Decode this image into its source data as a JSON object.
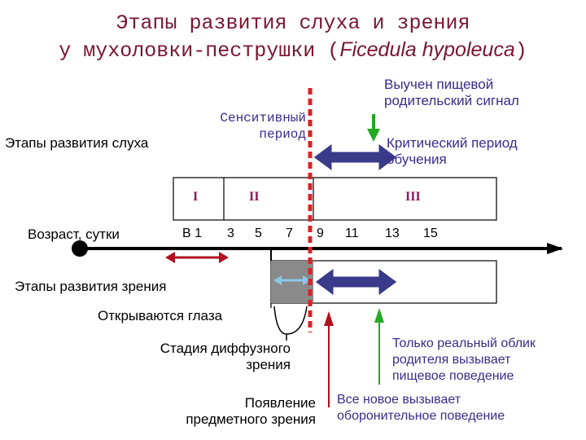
{
  "title": {
    "line1": "Этапы развития слуха и зрения",
    "line2_prefix": "у мухоловки-пеструшки (",
    "line2_species": "Ficedula hypoleuca",
    "line2_suffix": ")"
  },
  "labels": {
    "hearing_stages": "Этапы развития слуха",
    "sensitive_period_1": "Сенситивный",
    "sensitive_period_2": "период",
    "learned_signal_1": "Выучен пищевой",
    "learned_signal_2": "родительский сигнал",
    "critical_period_1": "Критический период",
    "critical_period_2": "обучения",
    "age_days": "Возраст, сутки",
    "vision_stages": "Этапы развития зрения",
    "eyes_open": "Открываются глаза",
    "diffuse_vision_1": "Стадия диффузного",
    "diffuse_vision_2": "зрения",
    "object_vision_1": "Появление",
    "object_vision_2": "предметного зрения",
    "real_image_1": "Только реальный облик",
    "real_image_2": "родителя вызывает",
    "real_image_3": "пищевое поведение",
    "new_defensive_1": "Все новое вызывает",
    "new_defensive_2": "оборонительное поведение"
  },
  "stages": [
    "I",
    "II",
    "III"
  ],
  "ticks": [
    "В 1",
    "3",
    "5",
    "7",
    "9",
    "11",
    "13",
    "15"
  ],
  "colors": {
    "title": "#7a1530",
    "stage_text": "#8b1a5a",
    "purple_text": "#3b2a8c",
    "arrow_blue": "#3a3a8a",
    "dashed_red": "#e02020",
    "green": "#22aa22",
    "dark_red": "#b01020",
    "light_blue": "#8ac8e8",
    "gray_block": "#8a8a8a"
  }
}
